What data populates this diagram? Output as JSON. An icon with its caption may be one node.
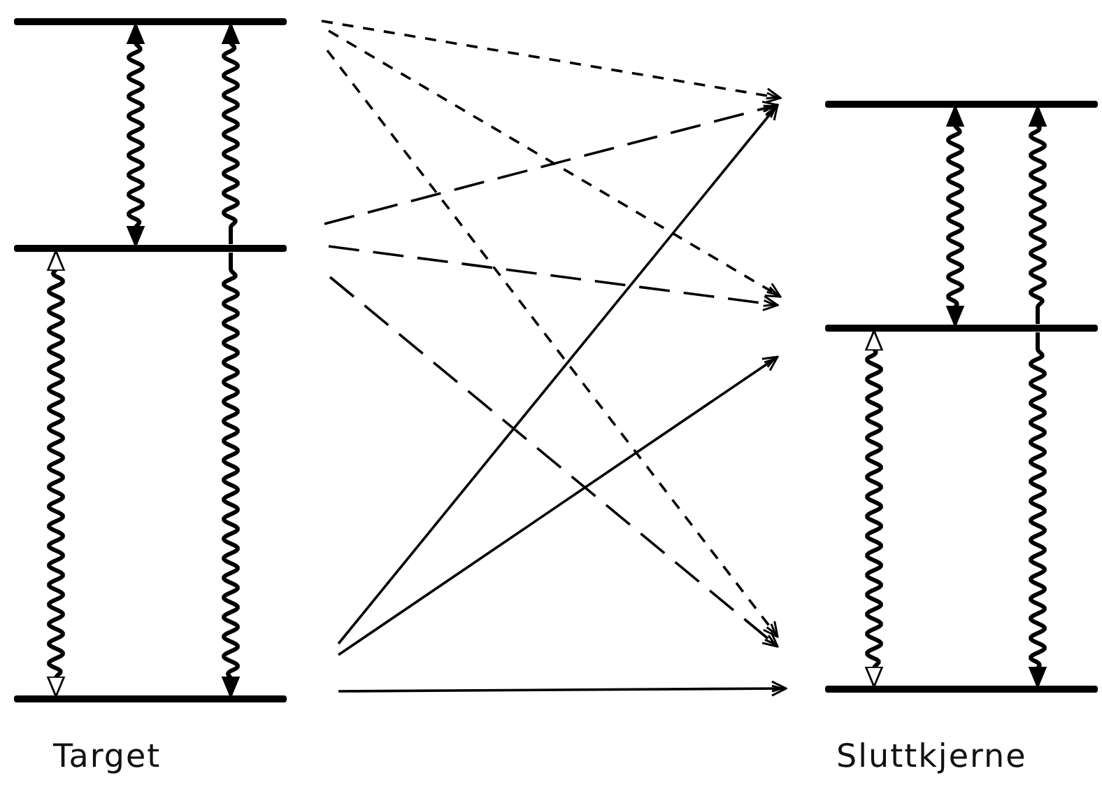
{
  "diagram": {
    "nodes": [
      {
        "text": [],
        "shape": "bar"
      },
      {
        "text": [],
        "shape": "bar"
      },
      {
        "text": [],
        "shape": "bar"
      },
      {
        "text": [],
        "shape": "bar"
      },
      {
        "text": [],
        "shape": "bar"
      },
      {
        "text": [],
        "shape": "bar"
      }
    ],
    "edges": [
      {
        "from": 0,
        "to": 1,
        "arrow": "both"
      },
      {
        "from": 1,
        "to": 0,
        "arrow": "to"
      },
      {
        "from": 2,
        "to": 1,
        "arrow": "both"
      },
      {
        "from": 1,
        "to": 2,
        "arrow": "to"
      },
      {
        "from": 3,
        "to": 4,
        "arrow": "both"
      },
      {
        "from": 4,
        "to": 3,
        "arrow": "to"
      },
      {
        "from": 5,
        "to": 4,
        "arrow": "both"
      },
      {
        "from": 4,
        "to": 5,
        "arrow": "to"
      },
      {
        "from": 0,
        "to": 3,
        "arrow": "to",
        "style": "dashed"
      },
      {
        "from": 0,
        "to": 4,
        "arrow": "to",
        "style": "dashed"
      },
      {
        "from": 0,
        "to": 5,
        "arrow": "to",
        "style": "dashed"
      },
      {
        "from": 1,
        "to": 3,
        "arrow": "to",
        "style": "dashed"
      },
      {
        "from": 1,
        "to": 4,
        "arrow": "to",
        "style": "dashed"
      },
      {
        "from": 1,
        "to": 5,
        "arrow": "to",
        "style": "dashed"
      },
      {
        "from": 2,
        "to": 3,
        "arrow": "to"
      },
      {
        "from": 2,
        "to": 4,
        "arrow": "to"
      },
      {
        "from": 2,
        "to": 5,
        "arrow": "to"
      }
    ],
    "labels": [
      "Target",
      "Sluttkjerne"
    ]
  }
}
